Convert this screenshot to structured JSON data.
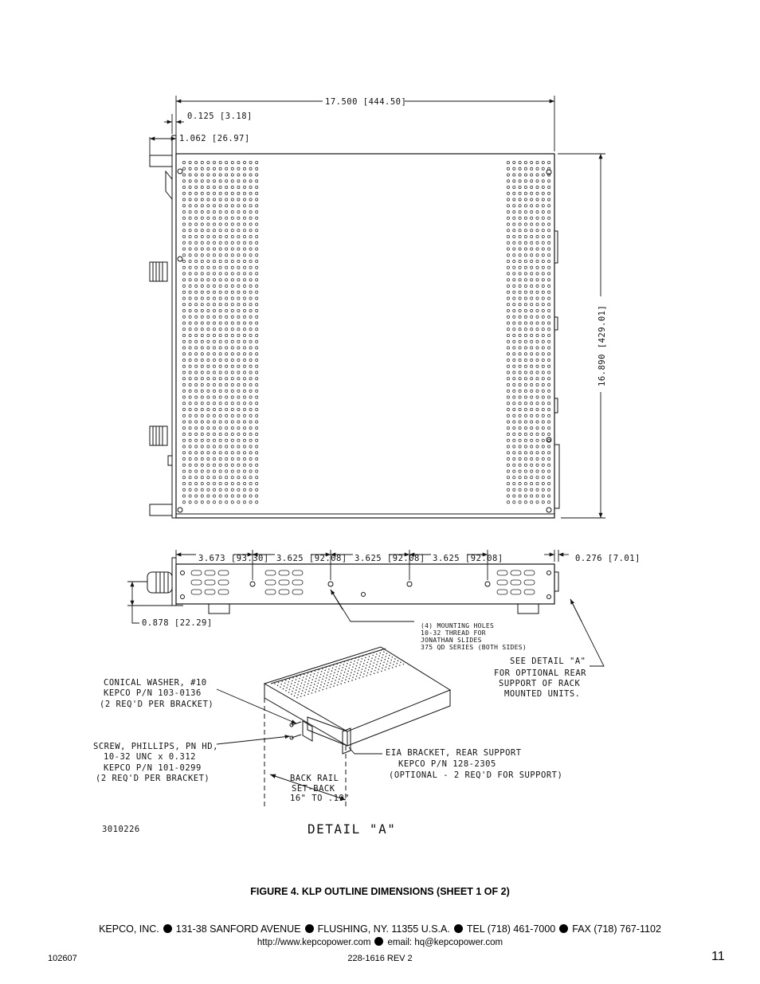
{
  "drawing": {
    "top_view": {
      "overall_width": "17.500 [444.50]",
      "panel_thickness": "0.125 [3.18]",
      "panel_to_handle": "1.062 [26.97]",
      "depth": "16.890 [429.01]"
    },
    "side_view": {
      "spacing": [
        "3.673 [93.30]",
        "3.625 [92.08]",
        "3.625 [92.08]",
        "3.625 [92.08]"
      ],
      "rear_offset": "0.276 [7.01]",
      "height_offset": "0.878 [22.29]",
      "mounting_note": [
        "(4) MOUNTING HOLES",
        "10-32 THREAD FOR",
        "JONATHAN SLIDES",
        "375 QD SERIES (BOTH SIDES)"
      ]
    },
    "detail": {
      "see_detail_note": [
        "SEE DETAIL \"A\"",
        "FOR OPTIONAL REAR",
        "SUPPORT OF RACK",
        "MOUNTED UNITS."
      ],
      "washer_note": [
        "CONICAL WASHER, #10",
        "KEPCO P/N 103-0136",
        "(2 REQ'D PER BRACKET)"
      ],
      "screw_note": [
        "SCREW, PHILLIPS, PN HD,",
        "10-32 UNC x 0.312",
        "KEPCO P/N 101-0299",
        "(2 REQ'D PER BRACKET)"
      ],
      "bracket_note": [
        "EIA BRACKET, REAR SUPPORT",
        "KEPCO P/N 128-2305",
        "(OPTIONAL - 2 REQ'D FOR SUPPORT)"
      ],
      "rail_note": [
        "BACK RAIL",
        "SET-BACK",
        "16\" TO .19\""
      ],
      "drawing_number": "3010226",
      "detail_title": "DETAIL \"A\""
    }
  },
  "caption": "FIGURE 4.  KLP OUTLINE DIMENSIONS  (SHEET 1 OF 2)",
  "footer": {
    "company": "KEPCO, INC.",
    "address": "131-38 SANFORD AVENUE",
    "city": "FLUSHING, NY. 11355 U.S.A.",
    "tel": "TEL (718) 461-7000",
    "fax": "FAX (718) 767-1102",
    "web": "http://www.kepcopower.com",
    "email": "email: hq@kepcopower.com",
    "doc_date": "102607",
    "doc_rev": "228-1616 REV 2",
    "page": "11"
  }
}
